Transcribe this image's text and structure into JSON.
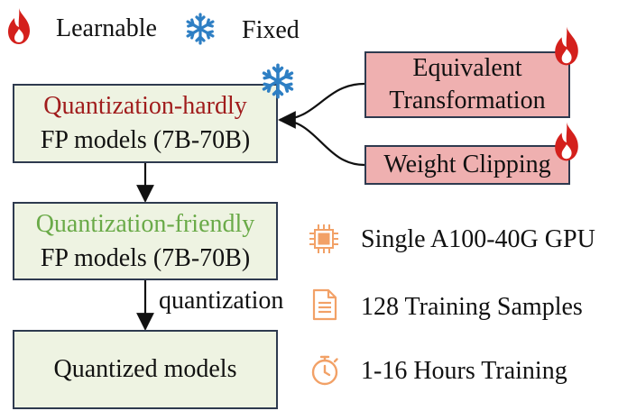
{
  "legend": {
    "learnable_label": "Learnable",
    "fixed_label": "Fixed"
  },
  "models": {
    "hardly_title": "Quantization-hardly",
    "hardly_subtitle": "FP models (7B-70B)",
    "friendly_title": "Quantization-friendly",
    "friendly_subtitle": "FP models (7B-70B)",
    "quantized_label": "Quantized models"
  },
  "modules": {
    "equivalent_line1": "Equivalent",
    "equivalent_line2": "Transformation",
    "weight_clipping": "Weight Clipping"
  },
  "edge_label": "quantization",
  "info": {
    "gpu": "Single A100-40G GPU",
    "samples": "128 Training Samples",
    "hours": "1-16 Hours Training"
  },
  "colors": {
    "hardly_title": "#a01c1c",
    "friendly_title": "#6aaa48",
    "model_fill": "#eef3e2",
    "module_fill": "#efb0b0",
    "flame": "#d4201c",
    "snowflake": "#2e7fc4",
    "info_icon": "#f2a167",
    "border": "#2e3a4f"
  },
  "icons": {
    "learnable": "flame-icon",
    "fixed": "snowflake-icon",
    "gpu": "chip-icon",
    "samples": "document-icon",
    "hours": "stopwatch-icon"
  }
}
